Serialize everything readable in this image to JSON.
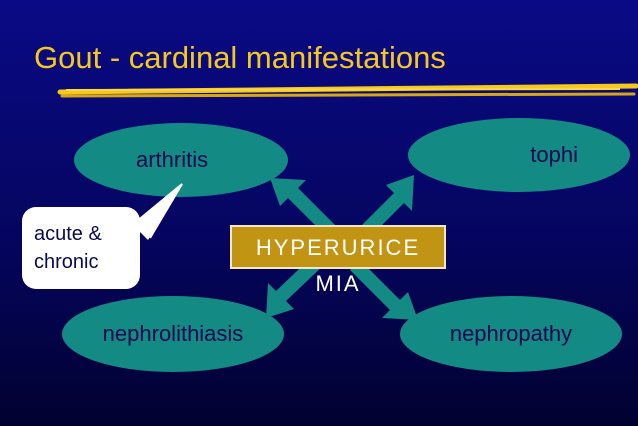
{
  "slide": {
    "title": "Gout - cardinal manifestations",
    "center": {
      "line1": "HYPERURICE",
      "line2": "MIA"
    },
    "nodes": {
      "arthritis": "arthritis",
      "tophi": "tophi",
      "nephrolithiasis": "nephrolithiasis",
      "nephropathy": "nephropathy"
    },
    "callout": {
      "line1": "acute &",
      "line2": "chronic"
    }
  },
  "colors": {
    "background": "#05056a",
    "title": "#f5c81e",
    "ellipse_fill": "#138a84",
    "center_box": "#c29414",
    "arrows": "#138a84"
  }
}
